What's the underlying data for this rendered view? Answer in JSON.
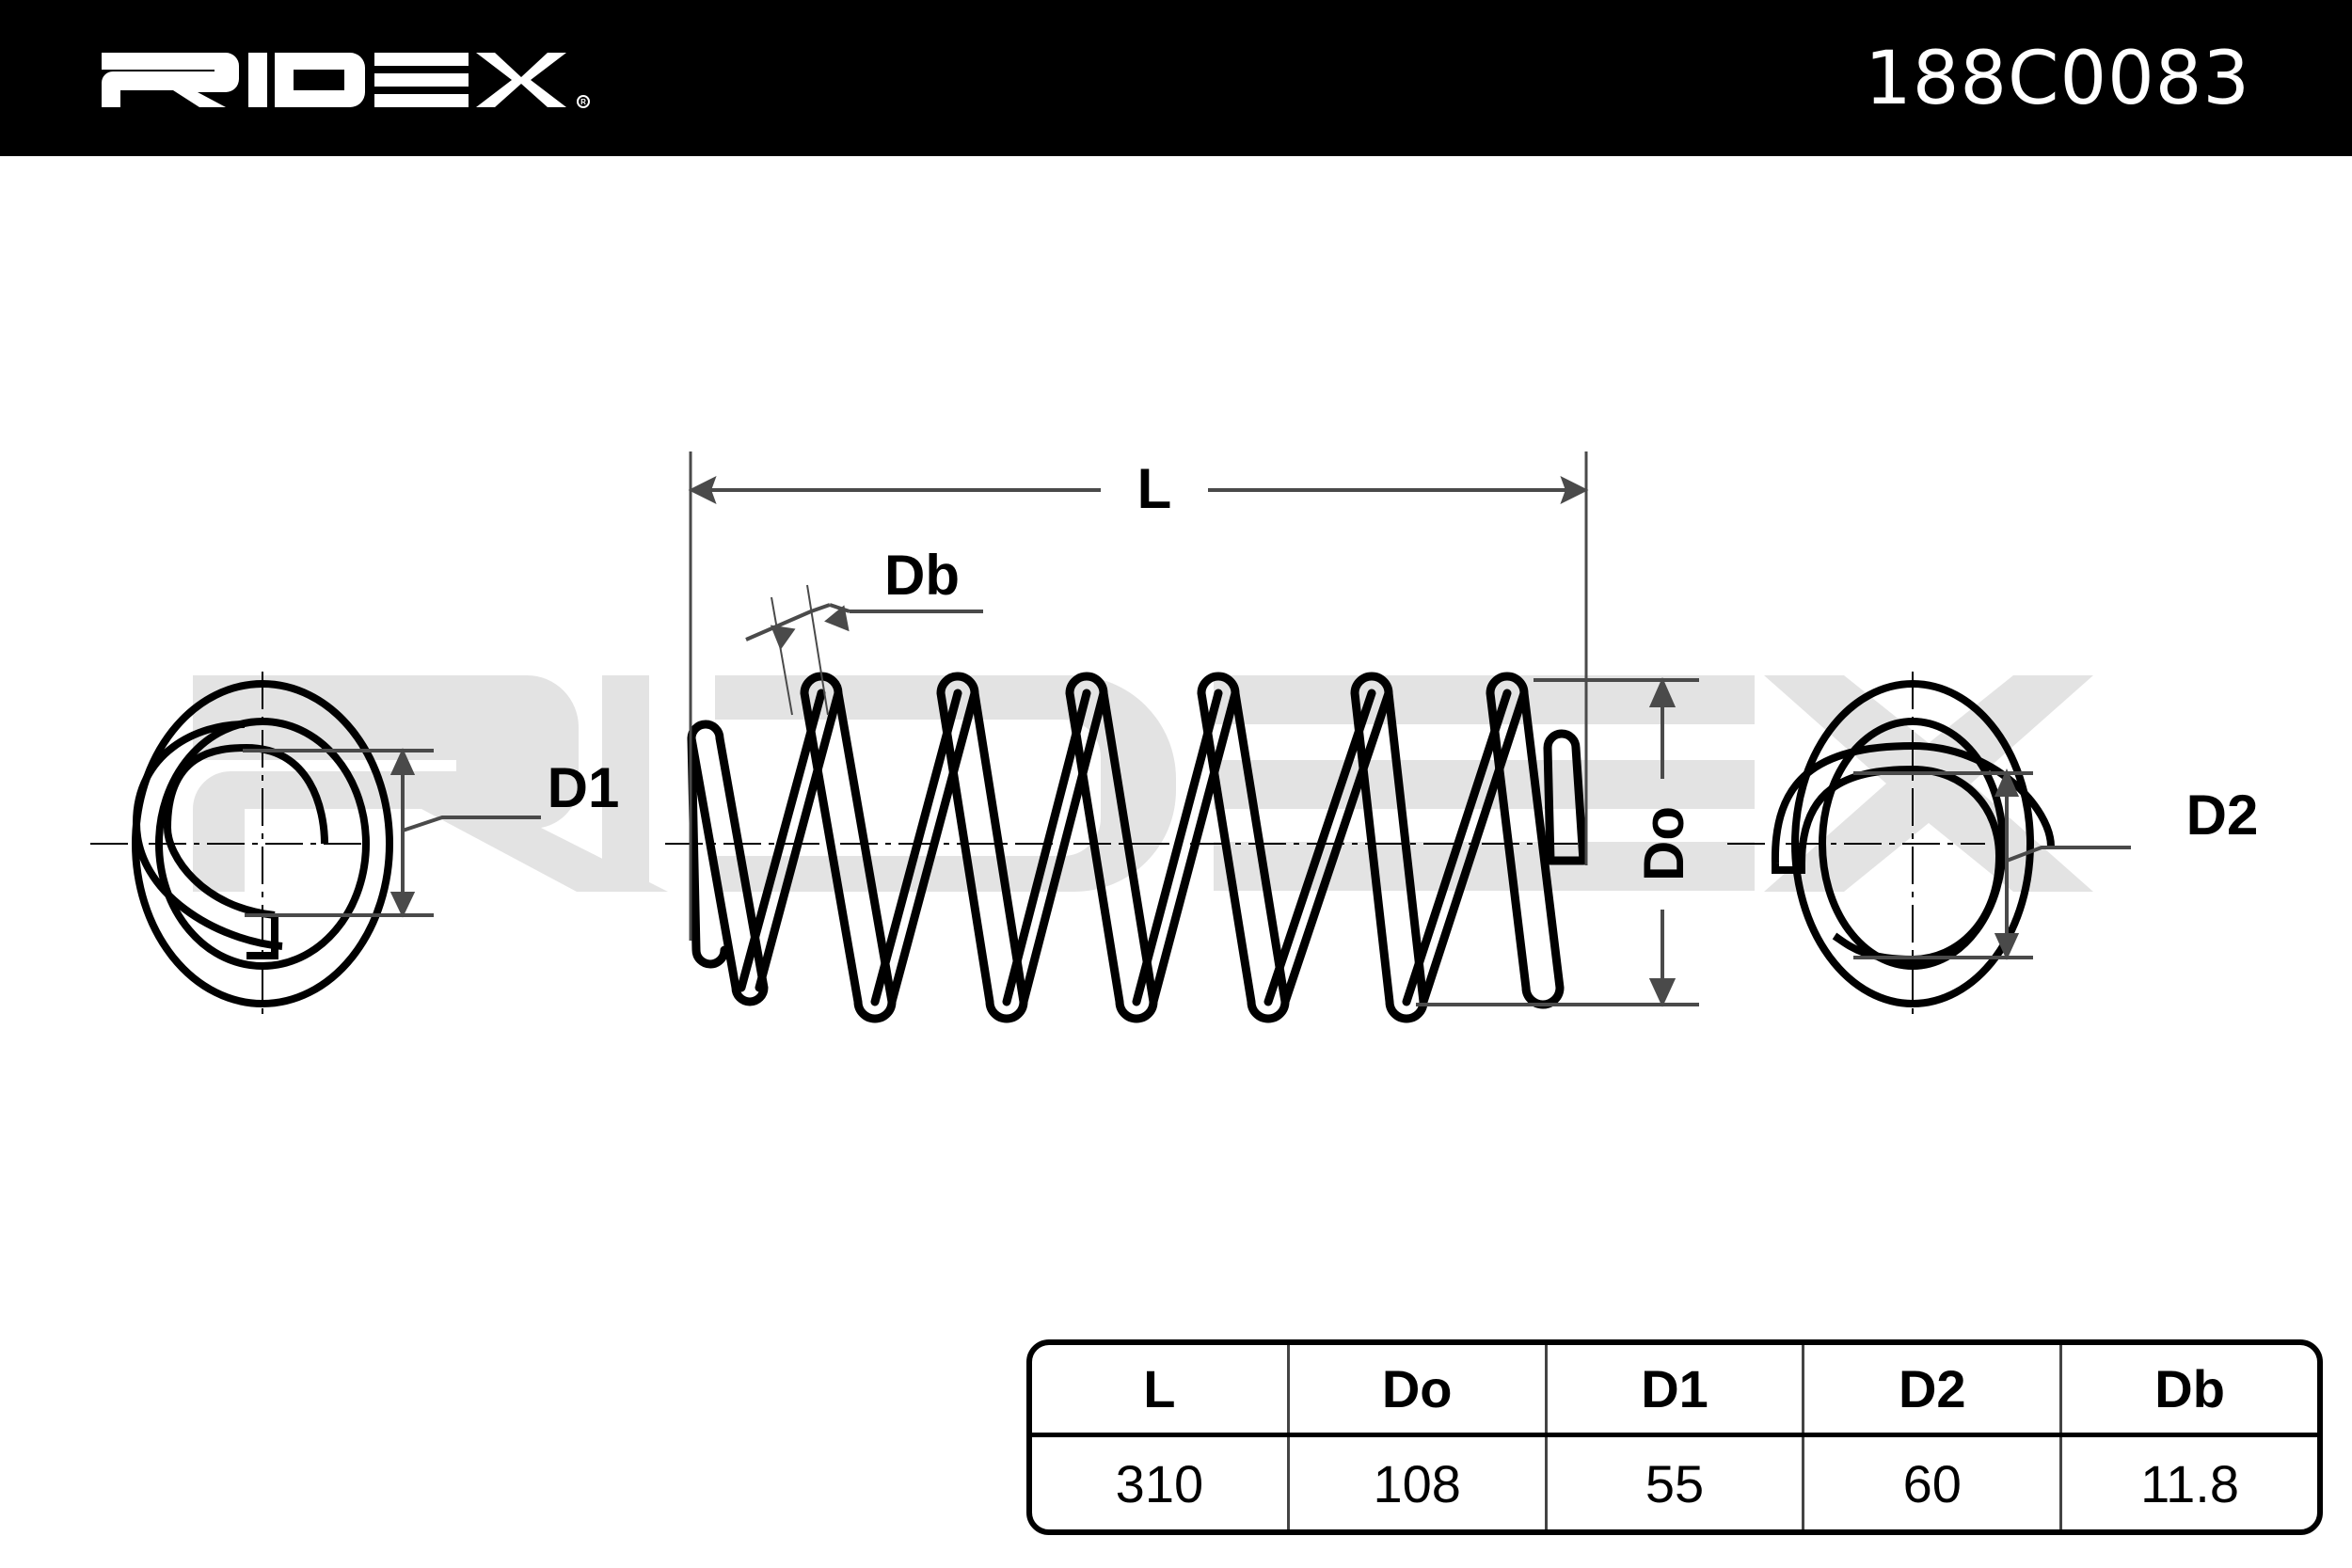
{
  "header": {
    "brand": "RIDEX",
    "brand_mark": "registered-trademark-icon",
    "part_number": "188C0083",
    "background_color": "#000000",
    "text_color": "#ffffff"
  },
  "drawing": {
    "watermark": "RIDEX",
    "watermark_color": "#e3e3e3",
    "line_color": "#000000",
    "dimension_color": "#4a4a4a",
    "labels": {
      "length": "L",
      "wire_diameter": "Db",
      "outer_diameter": "Do",
      "end_diameter_1": "D1",
      "end_diameter_2": "D2"
    }
  },
  "spec_table": {
    "headers": [
      "L",
      "Do",
      "D1",
      "D2",
      "Db"
    ],
    "values": [
      "310",
      "108",
      "55",
      "60",
      "11.8"
    ]
  }
}
